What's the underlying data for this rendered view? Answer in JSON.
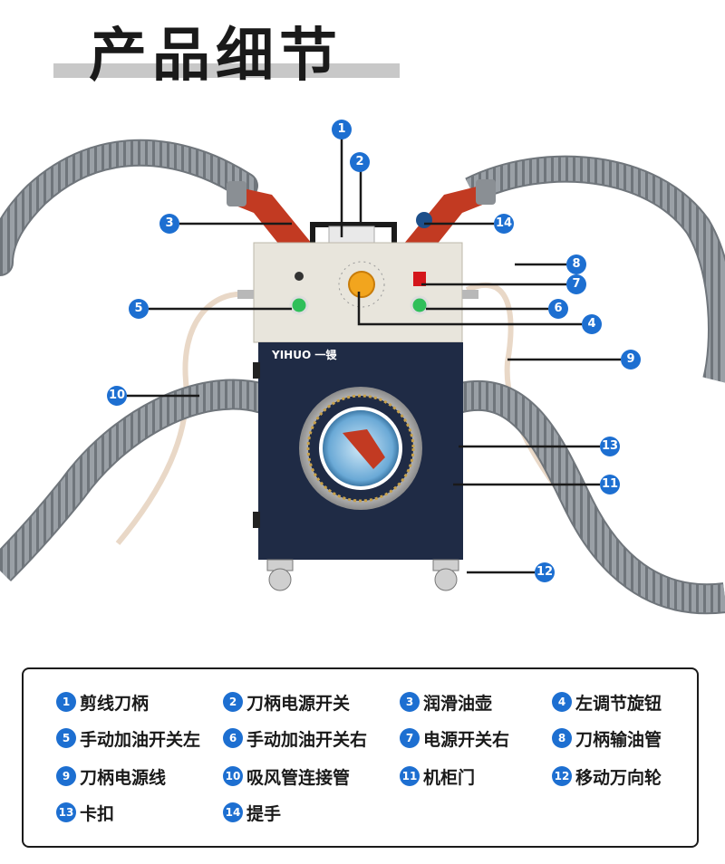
{
  "header": {
    "title": "产品细节"
  },
  "callouts": [
    "1",
    "2",
    "3",
    "14",
    "8",
    "7",
    "5",
    "6",
    "4",
    "9",
    "10",
    "13",
    "11",
    "12"
  ],
  "machine": {
    "brand": "YIHUO",
    "brand_suffix": "一锓"
  },
  "legend": {
    "items": [
      {
        "num": "1",
        "label": "剪线刀柄"
      },
      {
        "num": "2",
        "label": "刀柄电源开关"
      },
      {
        "num": "3",
        "label": "润滑油壶"
      },
      {
        "num": "4",
        "label": "左调节旋钮"
      },
      {
        "num": "5",
        "label": "手动加油开关左"
      },
      {
        "num": "6",
        "label": "手动加油开关右"
      },
      {
        "num": "7",
        "label": "电源开关右"
      },
      {
        "num": "8",
        "label": "刀柄输油管"
      },
      {
        "num": "9",
        "label": "刀柄电源线"
      },
      {
        "num": "10",
        "label": "吸风管连接管"
      },
      {
        "num": "11",
        "label": "机柜门"
      },
      {
        "num": "12",
        "label": "移动万向轮"
      },
      {
        "num": "13",
        "label": "卡扣"
      },
      {
        "num": "14",
        "label": "提手"
      }
    ]
  },
  "colors": {
    "accent_blue": "#1d6fd1",
    "cabinet_navy": "#1f2b45",
    "handle_red": "#c23a22",
    "panel_beige": "#e8e5dc",
    "hose_gray": "#8d9399"
  }
}
